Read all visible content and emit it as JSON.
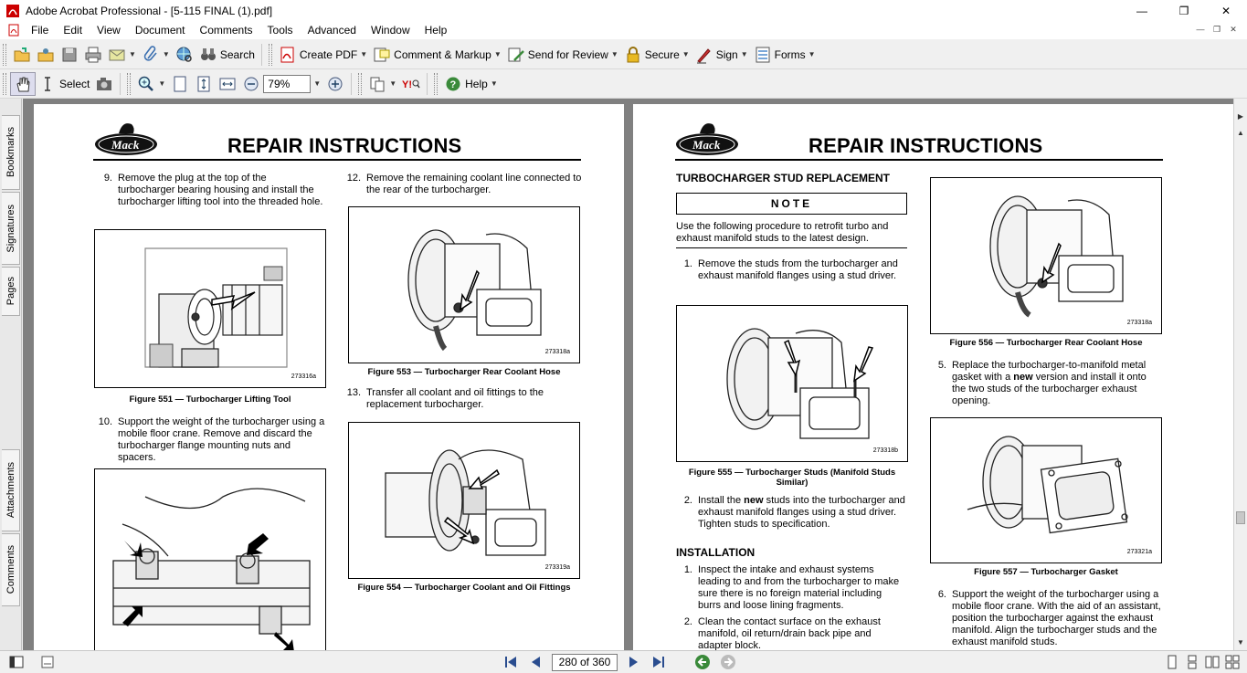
{
  "window": {
    "title": "Adobe Acrobat Professional - [5-115 FINAL (1).pdf]",
    "minimize": "—",
    "restore": "❐",
    "close": "✕"
  },
  "menu": [
    "File",
    "Edit",
    "View",
    "Document",
    "Comments",
    "Tools",
    "Advanced",
    "Window",
    "Help"
  ],
  "mdi": {
    "minimize": "—",
    "restore": "❐",
    "close": "✕"
  },
  "toolbar1": {
    "search_label": "Search",
    "create_pdf_label": "Create PDF",
    "comment_label": "Comment & Markup",
    "review_label": "Send for Review",
    "secure_label": "Secure",
    "sign_label": "Sign",
    "forms_label": "Forms"
  },
  "toolbar2": {
    "select_label": "Select",
    "zoom_value": "79%",
    "help_label": "Help"
  },
  "side_tabs": [
    "Bookmarks",
    "Signatures",
    "Pages",
    "Attachments",
    "Comments"
  ],
  "left_page": {
    "title": "REPAIR INSTRUCTIONS",
    "step9": {
      "num": "9.",
      "text": "Remove the plug at the top of the turbocharger bearing housing and install the turbocharger lifting tool into the threaded hole."
    },
    "fig551": {
      "id": "273316a",
      "caption": "Figure 551 — Turbocharger Lifting Tool"
    },
    "step10": {
      "num": "10.",
      "text": "Support the weight of the turbocharger using a mobile floor crane. Remove and discard the turbocharger flange mounting nuts and spacers."
    },
    "step12": {
      "num": "12.",
      "text": "Remove the remaining coolant line connected to the rear of the turbocharger."
    },
    "fig553": {
      "id": "273318a",
      "caption": "Figure 553 — Turbocharger Rear Coolant Hose"
    },
    "step13": {
      "num": "13.",
      "text": "Transfer all coolant and oil fittings to the replacement turbocharger."
    },
    "fig554": {
      "id": "273319a",
      "caption": "Figure 554 — Turbocharger Coolant and Oil Fittings"
    }
  },
  "right_page": {
    "title": "REPAIR INSTRUCTIONS",
    "section_title": "TURBOCHARGER STUD REPLACEMENT",
    "note_label": "NOTE",
    "note_text": "Use the following procedure to retrofit turbo and exhaust manifold studs to the latest design.",
    "step1": {
      "num": "1.",
      "text": "Remove the studs from the turbocharger and exhaust manifold flanges using a stud driver."
    },
    "fig555": {
      "id": "273318b",
      "caption_line1": "Figure 555 — Turbocharger Studs (Manifold Studs",
      "caption_line2": "Similar)"
    },
    "step2": {
      "num": "2.",
      "text_before": "Install the ",
      "bold": "new",
      "text_after": " studs into the turbocharger and exhaust manifold flanges using a stud driver. Tighten studs to specification."
    },
    "installation": "INSTALLATION",
    "inst1": {
      "num": "1.",
      "text": "Inspect the intake and exhaust systems leading to and from the turbocharger to make sure there is no foreign material including burrs and loose lining fragments."
    },
    "inst2": {
      "num": "2.",
      "text": "Clean the contact surface on the exhaust manifold, oil return/drain back pipe and adapter block."
    },
    "fig556": {
      "id": "273318a",
      "caption": "Figure 556 — Turbocharger Rear Coolant Hose"
    },
    "step5": {
      "num": "5.",
      "text_before": "Replace the turbocharger-to-manifold metal gasket with a ",
      "bold": "new",
      "text_after": " version and install it onto the two studs of the turbocharger exhaust opening."
    },
    "fig557": {
      "id": "273321a",
      "caption": "Figure 557 — Turbocharger Gasket"
    },
    "step6": {
      "num": "6.",
      "text": "Support the weight of the turbocharger using a mobile floor crane. With the aid of an assistant, position the turbocharger against the exhaust manifold. Align the turbocharger studs and the exhaust manifold studs."
    }
  },
  "statusbar": {
    "page_indicator": "280 of 360"
  }
}
